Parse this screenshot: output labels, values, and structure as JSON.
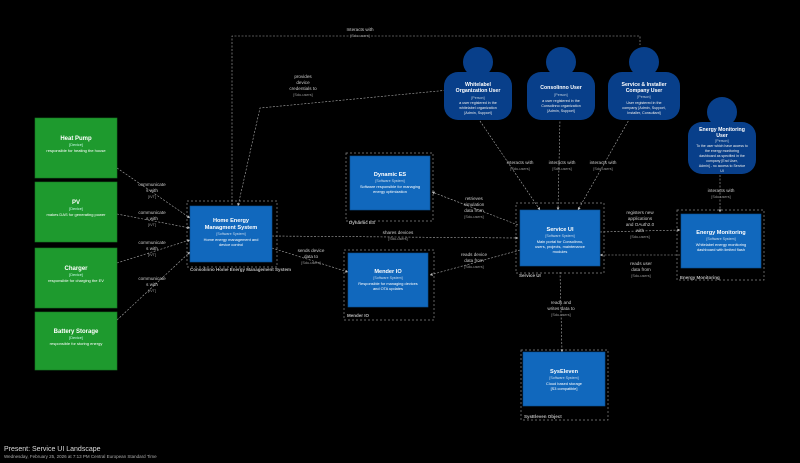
{
  "diagram": {
    "footer": {
      "title": "Present: Service UI Landscape",
      "date": "Wednesday, February 25, 2026 at 7:13 PM Central European Standard Time"
    },
    "devices": [
      {
        "id": "heat-pump",
        "name": "Heat Pump",
        "tag": "[Device]",
        "desc": "responsible for heating the house"
      },
      {
        "id": "pv",
        "name": "PV",
        "tag": "[Device]",
        "desc": "makes DAS for generating power"
      },
      {
        "id": "charger",
        "name": "Charger",
        "tag": "[Device]",
        "desc": "responsible for charging the EV"
      },
      {
        "id": "battery-storage",
        "name": "Battery Storage",
        "tag": "[Device]",
        "desc": "responsible for storing energy"
      }
    ],
    "persons": [
      {
        "id": "whitelabel-user",
        "name": "Whitelabel Organization User",
        "tag": "[Person]",
        "desc": "a user registered in the whitelabel organization [Admin, Support]"
      },
      {
        "id": "consolinno-user",
        "name": "Consolinno User",
        "tag": "[Person]",
        "desc": "a user registered in the Consolinno organization [Admin, Support]"
      },
      {
        "id": "installer-user",
        "name": "Service & Installer Company User",
        "tag": "[Person]",
        "desc": "User registered in the company [Admin, Support, Installer, Consultant]"
      },
      {
        "id": "energy-monitoring-user",
        "name": "Energy Monitoring User",
        "tag": "[Person]",
        "desc": "To the user which have access to the energy monitoring dashboard as specified in the company [End User, Admin] - no access to Service UI"
      }
    ],
    "systems": [
      {
        "id": "hems",
        "name": "Home Energy Managment System",
        "tag": "[Software System]",
        "desc": "Home energy management and device control"
      },
      {
        "id": "dynamic-es",
        "name": "Dynamic ES",
        "tag": "[Software System]",
        "desc": "Software responsible for managing energy optimization"
      },
      {
        "id": "service-ui",
        "name": "Service UI",
        "tag": "[Software System]",
        "desc": "Main portal for Consolinno, users, projects, maintenance modules"
      },
      {
        "id": "mender-io",
        "name": "Mender IO",
        "tag": "[Software System]",
        "desc": "Responsible for managing devices and OTA updates"
      },
      {
        "id": "energy-monitoring",
        "name": "Energy Monitoring",
        "tag": "[Software System]",
        "desc": "Whitelabel energy monitoring dashboard with limited flash"
      },
      {
        "id": "syseleven",
        "name": "SysEleven",
        "tag": "[Software System]",
        "desc": "Cloud based storage [S3 compatible]"
      }
    ],
    "boundaries": [
      {
        "id": "hems-boundary",
        "label": "Consolinno Home Energy Management System"
      },
      {
        "id": "dynamic-es-boundary",
        "label": "Dynamic ES"
      },
      {
        "id": "service-ui-boundary",
        "label": "Service UI"
      },
      {
        "id": "mender-boundary",
        "label": "Mender IO"
      },
      {
        "id": "energy-monitoring-boundary",
        "label": "Energy Monitoring"
      },
      {
        "id": "syseleven-boundary",
        "label": "SysEleven Object"
      }
    ],
    "relations": [
      {
        "id": "rel-top",
        "label": "Interacts with",
        "tech": "[Sdu-users]"
      },
      {
        "id": "rel-credentials",
        "label": "provides device credentials to",
        "tech": "[Sdu-users]"
      },
      {
        "id": "rel-heat-pump",
        "label": "communicates with",
        "tech": "[IVT]"
      },
      {
        "id": "rel-pv",
        "label": "communicates with",
        "tech": "[IVT]"
      },
      {
        "id": "rel-charger",
        "label": "communicates with",
        "tech": "[IVT]"
      },
      {
        "id": "rel-battery",
        "label": "communicates with",
        "tech": "[IVT]"
      },
      {
        "id": "rel-whitelabel",
        "label": "interacts with",
        "tech": "[Sdu-users]"
      },
      {
        "id": "rel-consolinno",
        "label": "interacts with",
        "tech": "[Sdu-users]"
      },
      {
        "id": "rel-installer",
        "label": "interacts with",
        "tech": "[Sdu-users]"
      },
      {
        "id": "rel-em-user",
        "label": "interacts with",
        "tech": "[Sdu-users]"
      },
      {
        "id": "rel-dynamic-es",
        "label": "retrieves simulation data from",
        "tech": "[Sdu-users]"
      },
      {
        "id": "rel-devices",
        "label": "shares devices",
        "tech": "[Sdu-users]"
      },
      {
        "id": "rel-mender-hems",
        "label": "sends device data to",
        "tech": "[Sdu-users]"
      },
      {
        "id": "rel-mender-sui",
        "label": "reads device data from",
        "tech": "[Sdu-users]"
      },
      {
        "id": "rel-register",
        "label": "registers new applications and OAuth2.0 with",
        "tech": "[Sdu-users]"
      },
      {
        "id": "rel-reads-user",
        "label": "reads user data from",
        "tech": "[Sdu-users]"
      },
      {
        "id": "rel-syseleven",
        "label": "reads and writes data to",
        "tech": "[Sdu-users]"
      }
    ]
  }
}
